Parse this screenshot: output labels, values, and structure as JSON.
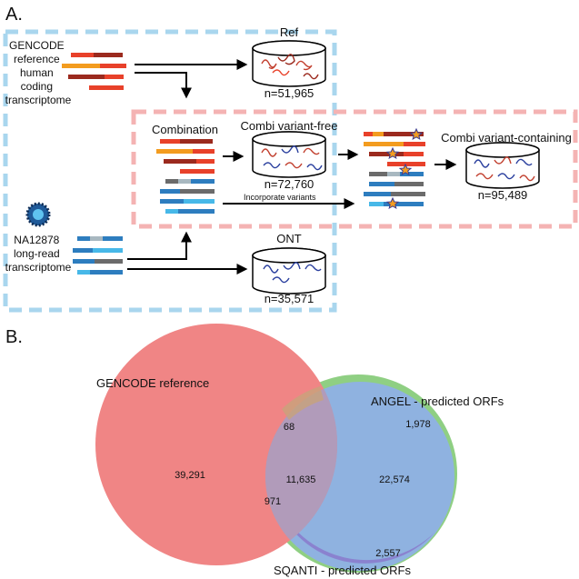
{
  "panel_a": {
    "label": "A.",
    "source_gencode": [
      "GENCODE",
      "reference",
      "human",
      "coding",
      "transcriptome"
    ],
    "source_ont": [
      "NA12878",
      "long-read",
      "transcriptome"
    ],
    "combination_label": "Combination",
    "incorporate_label": "Incorporate variants",
    "databases": {
      "ref": {
        "title": "Ref",
        "count": "n=51,965"
      },
      "combi_free": {
        "title": "Combi variant-free",
        "count": "n=72,760"
      },
      "combi_containing": {
        "title": "Combi variant-containing",
        "count": "n=95,489"
      },
      "ont": {
        "title": "ONT",
        "count": "n=35,571"
      }
    }
  },
  "panel_b": {
    "label": "B.",
    "sets": {
      "gencode": "GENCODE reference",
      "angel": "ANGEL - predicted ORFs",
      "sqanti": "SQANTI - predicted ORFs"
    },
    "regions": {
      "gencode_only": "39,291",
      "gencode_angel": "68",
      "all_three": "11,635",
      "gencode_sqanti": "971",
      "angel_sqanti": "22,574",
      "angel_only": "1,978",
      "sqanti_only": "2,557"
    }
  },
  "colors": {
    "blue_box": "#a9d6ee",
    "pink_box": "#f4b3b3",
    "red": "#e8412a",
    "orange": "#f39c1f",
    "darkred": "#9b2a1e",
    "brick": "#c2402f",
    "blue": "#2d7dbf",
    "lightblue": "#47b8e8",
    "gray": "#6b6b6b",
    "lightgray": "#a8b8c0",
    "venn_gencode": "#f08585",
    "venn_angel": "#8fcf83",
    "venn_sqanti": "#8a82cf",
    "venn_overlap": "#8fb2e0"
  }
}
